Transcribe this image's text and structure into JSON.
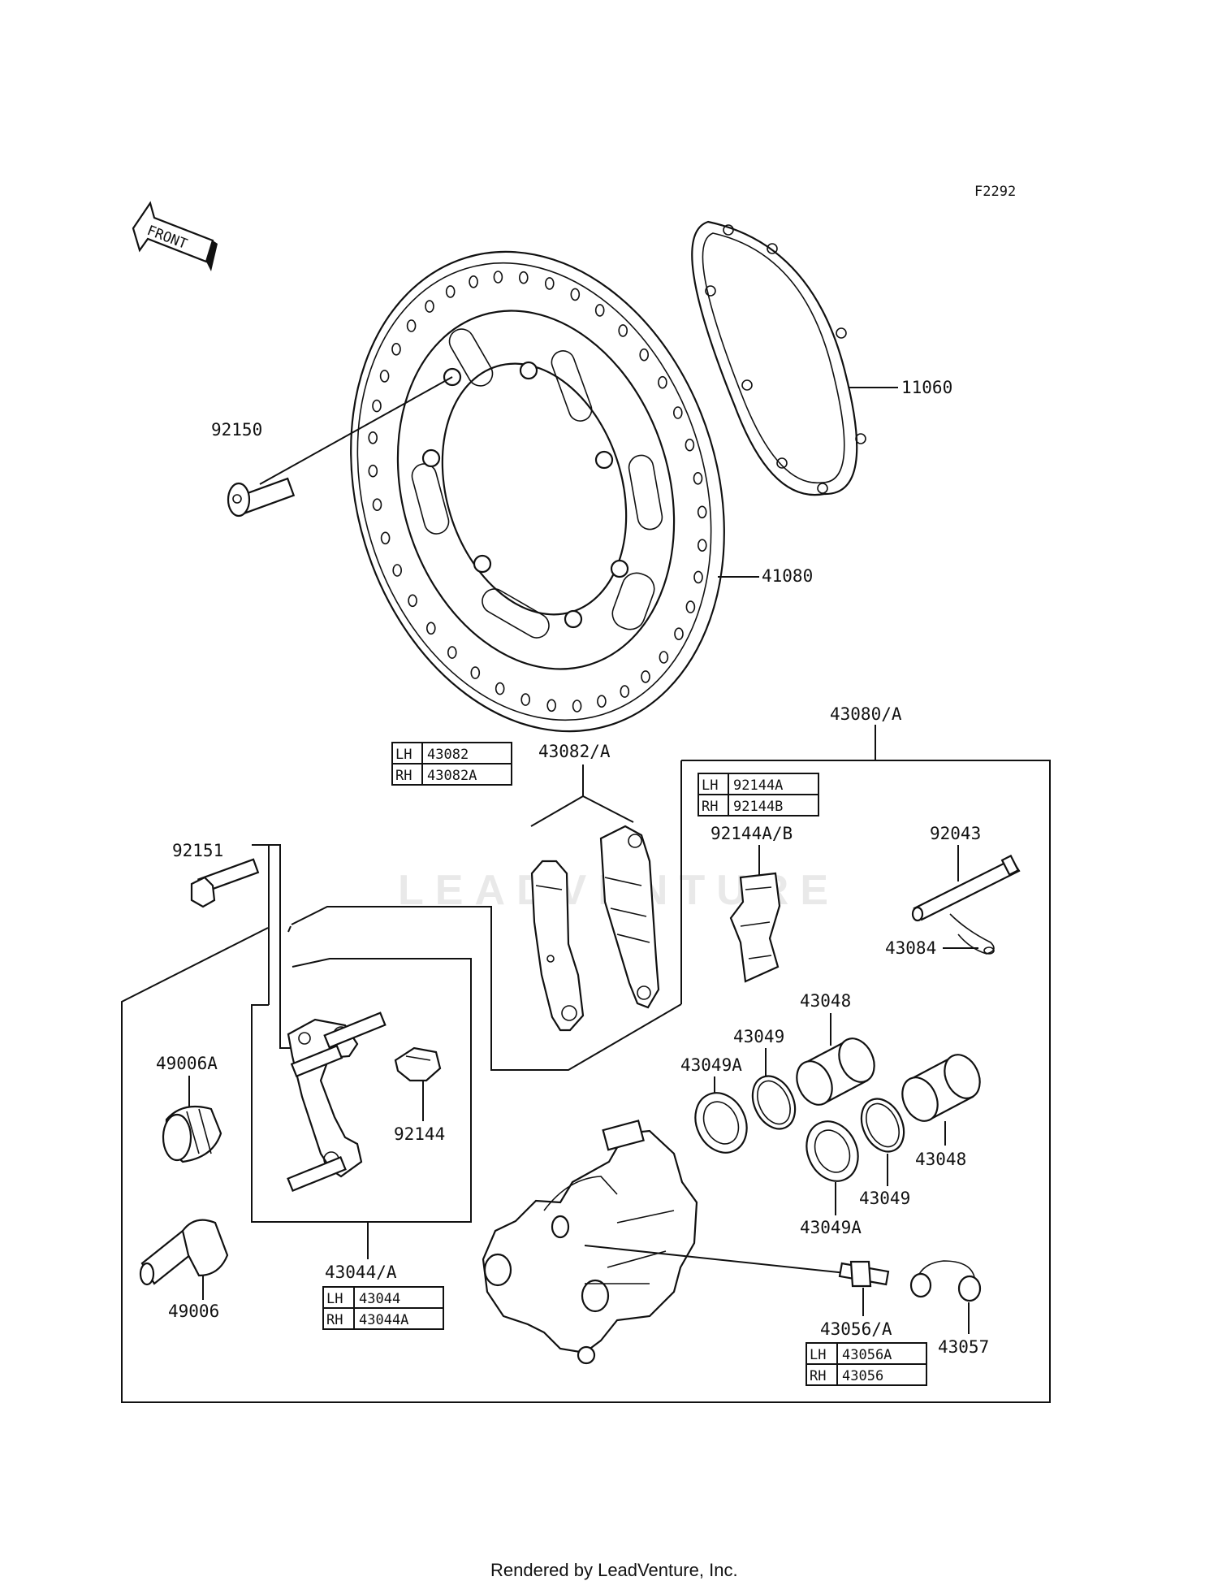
{
  "diagram_code": "F2292",
  "front_arrow": {
    "text": "FRONT",
    "icon": "front-arrow-icon"
  },
  "watermark": "LEADVENTURE",
  "footer": "Rendered by LeadVenture, Inc.",
  "callouts": {
    "p11060": "11060",
    "p92150": "92150",
    "p41080": "41080",
    "p43080": "43080/A",
    "p43082": "43082/A",
    "p92151": "92151",
    "p92144ab": "92144A/B",
    "p92043": "92043",
    "p43084": "43084",
    "p43048a": "43048",
    "p43049a": "43049",
    "p43049Aa": "43049A",
    "p49006A": "49006A",
    "p92144": "92144",
    "p43048b": "43048",
    "p43049b": "43049",
    "p43049Ab": "43049A",
    "p43044": "43044/A",
    "p49006": "49006",
    "p43056": "43056/A",
    "p43057": "43057"
  },
  "tables": {
    "t43082": [
      {
        "side": "LH",
        "part": "43082"
      },
      {
        "side": "RH",
        "part": "43082A"
      }
    ],
    "t92144": [
      {
        "side": "LH",
        "part": "92144A"
      },
      {
        "side": "RH",
        "part": "92144B"
      }
    ],
    "t43044": [
      {
        "side": "LH",
        "part": "43044"
      },
      {
        "side": "RH",
        "part": "43044A"
      }
    ],
    "t43056": [
      {
        "side": "LH",
        "part": "43056A"
      },
      {
        "side": "RH",
        "part": "43056"
      }
    ]
  }
}
